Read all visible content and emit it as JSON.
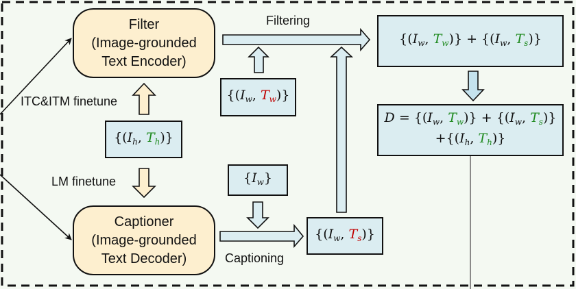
{
  "colors": {
    "background": "#f4f9f2",
    "model_fill": "#fdefcf",
    "data_fill": "#dbedf1",
    "good_text": "#1f8a1f",
    "noisy_text": "#c00000"
  },
  "models": {
    "filter": {
      "title": "Filter",
      "line2": "(Image-grounded",
      "line3": "Text Encoder)"
    },
    "captioner": {
      "title": "Captioner",
      "line2": "(Image-grounded",
      "line3": "Text Decoder)"
    }
  },
  "labels": {
    "itc_itm": "ITC&ITM finetune",
    "lm": "LM finetune",
    "filtering": "Filtering",
    "captioning": "Captioning"
  },
  "data_boxes": {
    "human": {
      "I": "I",
      "I_sub": "h",
      "T": "T",
      "T_sub": "h",
      "T_color": "green"
    },
    "web": {
      "I": "I",
      "I_sub": "w",
      "T": "T",
      "T_sub": "w",
      "T_color": "red"
    },
    "web_images": {
      "I": "I",
      "I_sub": "w"
    },
    "synthetic": {
      "I": "I",
      "I_sub": "w",
      "T": "T",
      "T_sub": "s",
      "T_color": "red"
    },
    "filtered": {
      "a_I_sub": "w",
      "a_T_sub": "w",
      "plus": "+",
      "b_I_sub": "w",
      "b_T_sub": "s"
    },
    "dataset": {
      "D": "D",
      "eq": "=",
      "a_I_sub": "w",
      "a_T_sub": "w",
      "plus": "+",
      "b_I_sub": "w",
      "b_T_sub": "s",
      "c_I_sub": "h",
      "c_T_sub": "h"
    }
  },
  "arrows": [
    {
      "from": "external",
      "to": "filter",
      "style": "line"
    },
    {
      "from": "external",
      "to": "captioner",
      "style": "line"
    },
    {
      "from": "human_data",
      "to": "filter",
      "style": "block",
      "color": "yellow"
    },
    {
      "from": "human_data",
      "to": "captioner",
      "style": "block",
      "color": "yellow"
    },
    {
      "from": "filter",
      "to": "filtered_data",
      "style": "block",
      "label": "Filtering"
    },
    {
      "from": "web_data",
      "to": "filtering_arrow",
      "style": "block"
    },
    {
      "from": "synthetic_data",
      "to": "filtering_arrow",
      "style": "block"
    },
    {
      "from": "captioner",
      "to": "synthetic_data",
      "style": "block",
      "label": "Captioning"
    },
    {
      "from": "web_images",
      "to": "captioning_arrow",
      "style": "block"
    },
    {
      "from": "filtered_data",
      "to": "dataset",
      "style": "block"
    },
    {
      "from": "dataset",
      "to": "external",
      "style": "line"
    }
  ]
}
